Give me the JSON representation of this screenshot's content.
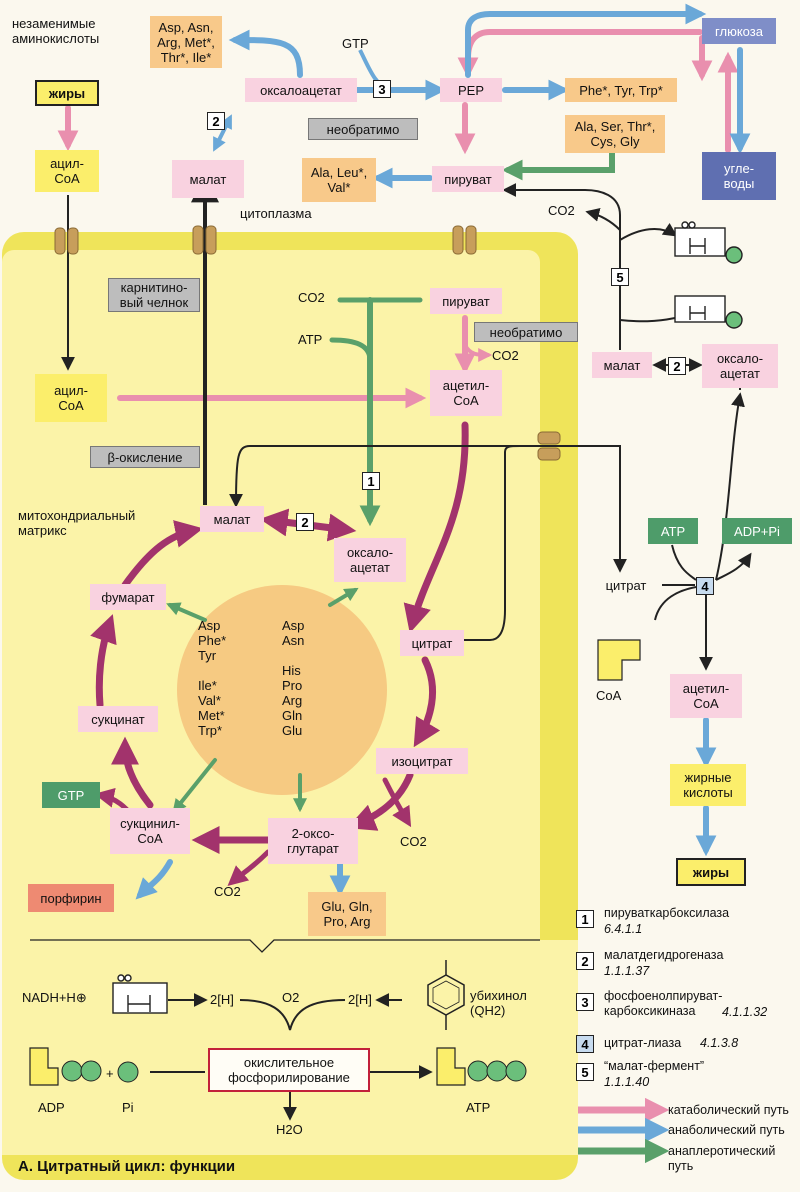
{
  "title": "А. Цитратный цикл: функции",
  "compartments": {
    "cytoplasm": "цитоплазма",
    "matrix": "митохондриальный\nматрикс"
  },
  "nodes": {
    "amino_ess": "незаменимые\nаминокислоты",
    "asp_group": "Asp, Asn,\nArg, Met*,\nThr*, Ile*",
    "gtp_top": "GTP",
    "oxaloacetate_cyt": "оксалоацетат",
    "pep": "PEP",
    "glucose": "глюкоза",
    "carbs": "угле-\nводы",
    "phe_group": "Phe*, Tyr, Trp*",
    "ala_ser": "Ala, Ser, Thr*,\nCys, Gly",
    "fats_top": "жиры",
    "acyl_coa_cyt": "ацил-\nCoA",
    "malate_cyt": "малат",
    "irreversible1": "необратимо",
    "ala_leu": "Ala, Leu*,\nVal*",
    "pyruvate_cyt": "пируват",
    "co2_right": "CO2",
    "carnitine": "карнитино-\nвый челнок",
    "co2_mid": "CO2",
    "atp_mid": "ATP",
    "pyruvate_mito": "пируват",
    "irreversible2": "необратимо",
    "co2_acetyl": "CO2",
    "acetyl_coa_mito": "ацетил-\nCoA",
    "acyl_coa_mito": "ацил-\nCoA",
    "beta_ox": "β-окисление",
    "malate_right": "малат",
    "oxaloacetate_right": "оксало-\nацетат",
    "malate_mito": "малат",
    "oxaloacetate_mito": "оксало-\nацетат",
    "fumarate": "фумарат",
    "citrate_mito": "цитрат",
    "succinate": "сукцинат",
    "isocitrate": "изоцитрат",
    "gtp_left": "GTP",
    "succinyl_coa": "сукцинил-\nCoA",
    "oxoglutarate": "2-оксо-\nглутарат",
    "co2_iso": "CO2",
    "co2_oxo": "CO2",
    "porphyrin": "порфирин",
    "glu_group": "Glu, Gln,\nPro, Arg",
    "amino_left": "Asp\nPhe*\nTyr\n\nIle*\nVal*\nMet*\nTrp*",
    "amino_right": "Asp\nAsn\n\nHis\nPro\nArg\nGln\nGlu",
    "atp_right": "ATP",
    "adp_pi_right": "ADP+Pi",
    "citrate_cyt": "цитрат",
    "coa_right": "CoA",
    "acetyl_coa_cyt": "ацетил-\nCoA",
    "fatty_acids": "жирные\nкислоты",
    "fats_bottom": "жиры",
    "nadh": "NADH+H⊕",
    "two_h_left": "2[H]",
    "o2": "O2",
    "two_h_right": "2[H]",
    "ubiquinol": "убихинол\n(QH2)",
    "oxphos": "окислительное\nфосфорилирование",
    "adp": "ADP",
    "pi": "Pi",
    "plus": "+",
    "h2o": "H2O",
    "atp_bottom": "ATP"
  },
  "legend": {
    "enzymes": [
      {
        "num": "1",
        "name": "пируваткарбоксилаза",
        "ec": "6.4.1.1"
      },
      {
        "num": "2",
        "name": "малатдегидрогеназа",
        "ec": "1.1.1.37"
      },
      {
        "num": "3",
        "name": "фосфоенолпируват-\nкарбоксикиназа",
        "ec": "4.1.1.32"
      },
      {
        "num": "4",
        "name": "цитрат-лиаза",
        "ec": "4.1.3.8"
      },
      {
        "num": "5",
        "name": "“малат-фермент”",
        "ec": "1.1.1.40"
      }
    ],
    "paths": [
      {
        "name": "катаболический путь",
        "color": "#e98fae"
      },
      {
        "name": "анаболический путь",
        "color": "#6aa8d8"
      },
      {
        "name": "анаплеротический путь",
        "color": "#5aa06a"
      }
    ]
  },
  "colors": {
    "catabolic": "#e98fae",
    "anabolic": "#6aa8d8",
    "anaplerotic": "#5aa06a",
    "cycle": "#a2336c",
    "mito": "#fbf3a8",
    "membrane": "#efe45a"
  }
}
